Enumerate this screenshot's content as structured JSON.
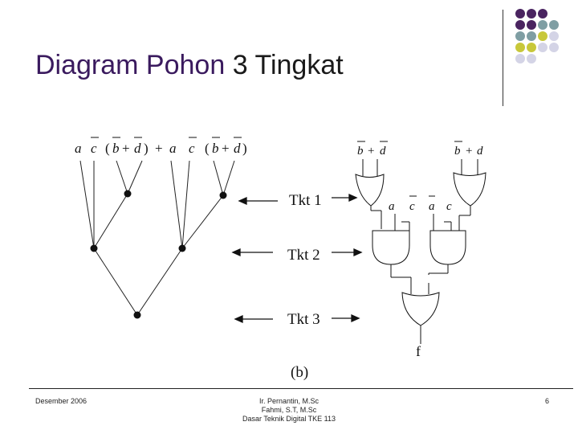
{
  "title": {
    "bold_part": "Diagram Pohon",
    "rest": " 3 Tingkat"
  },
  "colors": {
    "purple": "#4a2460",
    "teal": "#7f9ea3",
    "yellow": "#c8c83a",
    "lavender": "#d4d4e6"
  },
  "dot_grid": [
    [
      "purple",
      "purple",
      "purple",
      null
    ],
    [
      "purple",
      "purple",
      "teal",
      "teal"
    ],
    [
      "teal",
      "teal",
      "yellow",
      "lavender"
    ],
    [
      "yellow",
      "yellow",
      "lavender",
      "lavender"
    ],
    [
      "lavender",
      "lavender",
      null,
      null
    ]
  ],
  "tree_expr": {
    "a": "a",
    "c": "c",
    "lp": "(",
    "b": "b",
    "plus": "+",
    "d": "d",
    "rp": ")",
    "plus2": "+",
    "a2": "a",
    "c2": "c",
    "lp2": "(",
    "b2": "b",
    "plus3": "+",
    "d2": "d",
    "rp2": ")"
  },
  "levels": [
    "Tkt 1",
    "Tkt 2",
    "Tkt 3"
  ],
  "figure_label": "(b)",
  "gates": {
    "g1_inputs": [
      "b",
      "+",
      "d"
    ],
    "g2_inputs": [
      "b",
      "+",
      "d"
    ],
    "g3_inputs": [
      "a",
      "c"
    ],
    "g4_inputs": [
      "a",
      "c"
    ],
    "output": "f"
  },
  "footer": {
    "date": "Desember 2006",
    "author1": "Ir. Pernantin, M.Sc",
    "author2": "Fahmi, S.T, M.Sc",
    "course": "Dasar Teknik Digital TKE 113",
    "page": "6"
  }
}
